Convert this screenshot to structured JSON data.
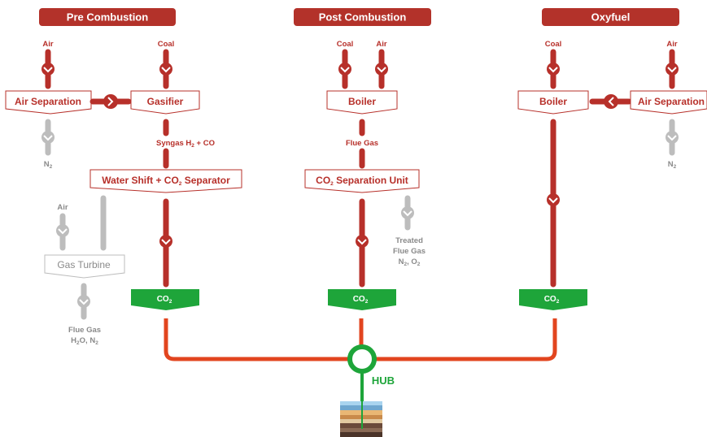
{
  "colors": {
    "accent_red": "#b7302a",
    "title_red": "#b3322a",
    "gray": "#bdbdbd",
    "gray_text": "#8a8a8a",
    "co2_green": "#1ea53a",
    "pipeline_orange": "#e2451f"
  },
  "sections": {
    "pre": "Pre Combustion",
    "post": "Post Combustion",
    "oxy": "Oxyfuel"
  },
  "pre": {
    "air_input": "Air",
    "coal_input": "Coal",
    "air_separation": "Air Separation",
    "gasifier": "Gasifier",
    "n2_output": "N",
    "n2_sub": "2",
    "syngas_label": "Syngas H",
    "syngas_sub": "2",
    "syngas_tail": " + CO",
    "water_shift_pre": "Water Shift + CO",
    "water_shift_sub": "2",
    "water_shift_post": " Separator",
    "gas_air_input": "Air",
    "gas_turbine": "Gas Turbine",
    "flue_gas_line1": "Flue Gas",
    "flue_gas_line2_a": "H",
    "flue_gas_line2_sub1": "2",
    "flue_gas_line2_b": "O, N",
    "flue_gas_line2_sub2": "2",
    "co2": "CO",
    "co2_sub": "2"
  },
  "post": {
    "coal_input": "Coal",
    "air_input": "Air",
    "boiler": "Boiler",
    "flue_gas": "Flue Gas",
    "separation_pre": "CO",
    "separation_sub": "2",
    "separation_post": " Separation Unit",
    "treated_1": "Treated",
    "treated_2": "Flue Gas",
    "treated_3_a": "N",
    "treated_3_sub1": "2",
    "treated_3_b": ", O",
    "treated_3_sub2": "2",
    "co2": "CO",
    "co2_sub": "2"
  },
  "oxy": {
    "coal_input": "Coal",
    "air_input": "Air",
    "boiler": "Boiler",
    "air_separation": "Air Separation",
    "n2_output": "N",
    "n2_sub": "2",
    "co2": "CO",
    "co2_sub": "2"
  },
  "hub": {
    "label": "HUB"
  },
  "icons": {
    "storage": "geological-storage-icon",
    "flow_marker": "chevron-down-icon"
  }
}
